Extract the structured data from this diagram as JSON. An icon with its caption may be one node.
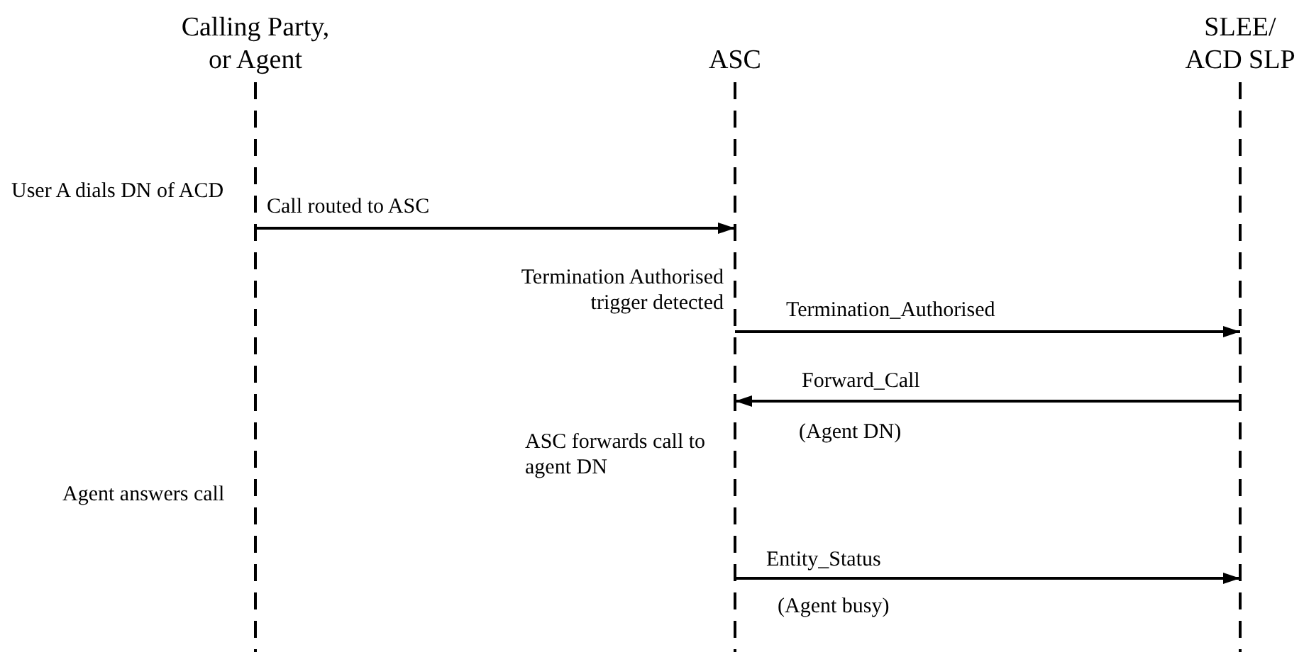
{
  "diagram": {
    "nodes": [
      {
        "text": [
          "Calling Party, or Agent"
        ]
      },
      {
        "text": [
          "ASC"
        ]
      },
      {
        "text": [
          "SLEE/ ACD SLP"
        ]
      }
    ],
    "edges": [
      {
        "from": 0,
        "to": 1,
        "arrow": "to",
        "label": "Call routed to ASC"
      },
      {
        "from": 1,
        "to": 2,
        "arrow": "to",
        "label": "Termination_Authorised"
      },
      {
        "from": 2,
        "to": 1,
        "arrow": "to",
        "label": "Forward_Call"
      },
      {
        "from": 1,
        "to": 2,
        "arrow": "to",
        "label": "Entity_Status"
      }
    ],
    "labels": [
      "User A dials DN of ACD",
      "Termination Authorised trigger detected",
      "(Agent DN)",
      "ASC forwards call to agent DN",
      "Agent answers call",
      "(Agent busy)"
    ]
  }
}
